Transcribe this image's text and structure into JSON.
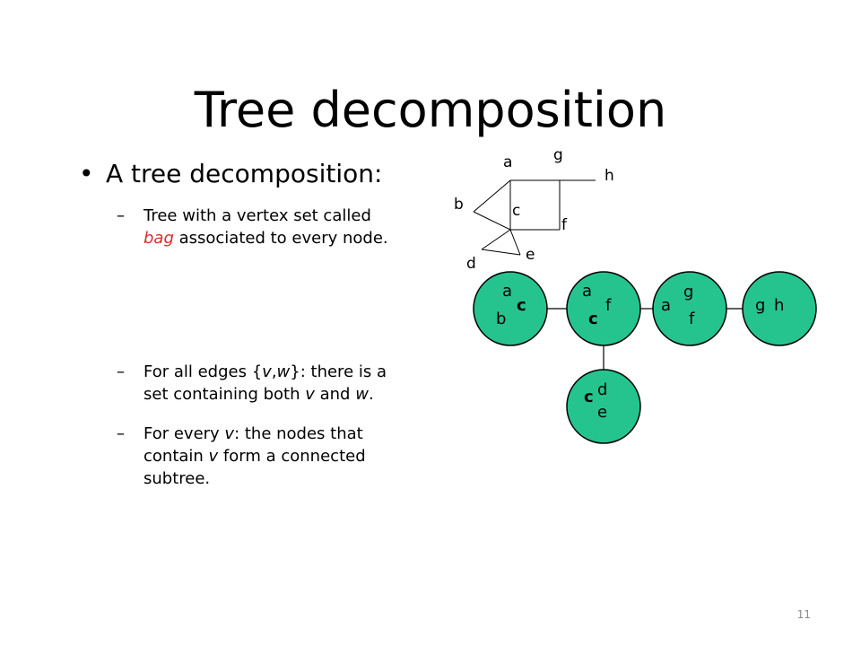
{
  "slide": {
    "title": "Tree decomposition",
    "bullet": "A tree decomposition:",
    "sub1": {
      "line1": "Tree with a vertex set called",
      "emph": "bag",
      "line2_rest": " associated to every node."
    },
    "sub2": {
      "pre": "For all edges {",
      "v": "v",
      "comma": ",",
      "w": "w",
      "mid": "}: there is a set containing both ",
      "v2": "v",
      "and": " and ",
      "w2": "w",
      "end": "."
    },
    "sub3": {
      "pre": "For every ",
      "v": "v",
      "rest": ": the nodes that contain ",
      "v2": "v",
      "end": " form a connected subtree."
    },
    "page_number": "11"
  },
  "graph": {
    "vertices": {
      "a": "a",
      "b": "b",
      "c": "c",
      "d": "d",
      "e": "e",
      "f": "f",
      "g": "g",
      "h": "h"
    }
  },
  "tree": {
    "bag_color": "#25c48f",
    "bag1": [
      "a",
      "c",
      "b"
    ],
    "bag2": [
      "a",
      "f",
      "c"
    ],
    "bag3": [
      "g",
      "a",
      "f"
    ],
    "bag4": [
      "g",
      "h"
    ],
    "bag5": [
      "c",
      "d",
      "e"
    ]
  }
}
